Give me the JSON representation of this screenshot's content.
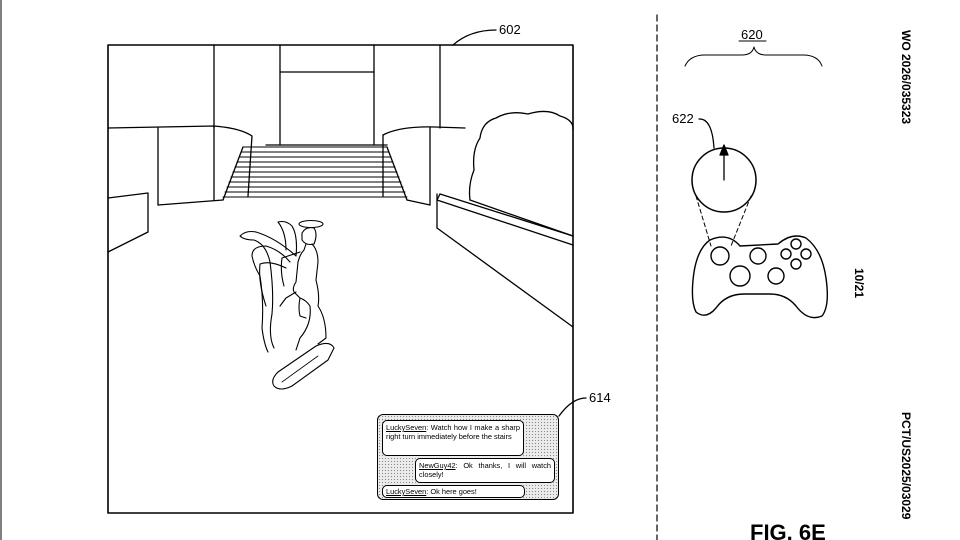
{
  "labels": {
    "screen_ref": "602",
    "chat_ref": "614",
    "controller_group_ref": "620",
    "joystick_ref": "622",
    "figure": "FIG. 6E",
    "publication_number": "WO 2026/035323",
    "application_number": "PCT/US2025/03029",
    "sheet": "10/21"
  },
  "chat": {
    "messages": [
      {
        "user": "LuckySeven",
        "text": ":  Watch how I make a sharp right turn immediately before the stairs"
      },
      {
        "user": "NewGuy42",
        "text": ":    Ok thanks, I will watch closely!"
      },
      {
        "user": "LuckySeven",
        "text": ":  Ok here goes!"
      }
    ]
  }
}
